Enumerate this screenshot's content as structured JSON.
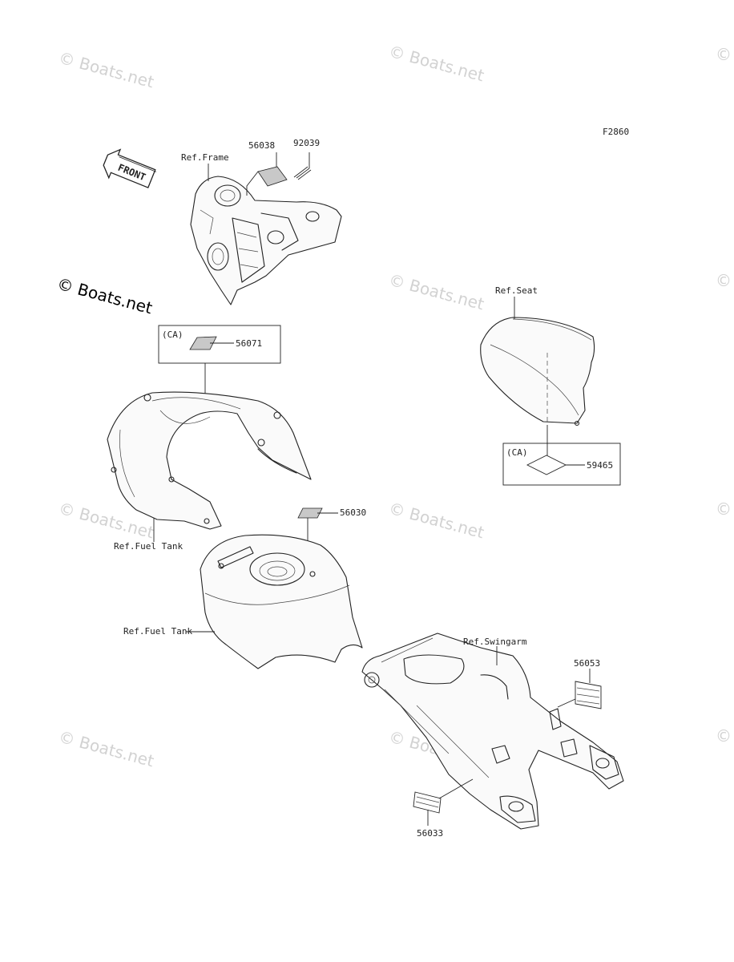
{
  "figure_id": "F2860",
  "front_arrow": "FRONT",
  "watermarks": {
    "main": "© Boats.net",
    "faint": "© Boats.net"
  },
  "refs": {
    "frame": "Ref.Frame",
    "seat": "Ref.Seat",
    "fuel_tank_cover": "Ref.Fuel Tank",
    "fuel_tank": "Ref.Fuel Tank",
    "swingarm": "Ref.Swingarm"
  },
  "boxes": {
    "ca_left": "(CA)",
    "ca_right": "(CA)"
  },
  "parts": {
    "p56038": "56038",
    "p92039": "92039",
    "p56071": "56071",
    "p59465": "59465",
    "p56030": "56030",
    "p56053": "56053",
    "p56033": "56033"
  },
  "colors": {
    "line": "#222222",
    "watermark": "#d2d2d2",
    "label_fill": "#c8c8c8"
  }
}
